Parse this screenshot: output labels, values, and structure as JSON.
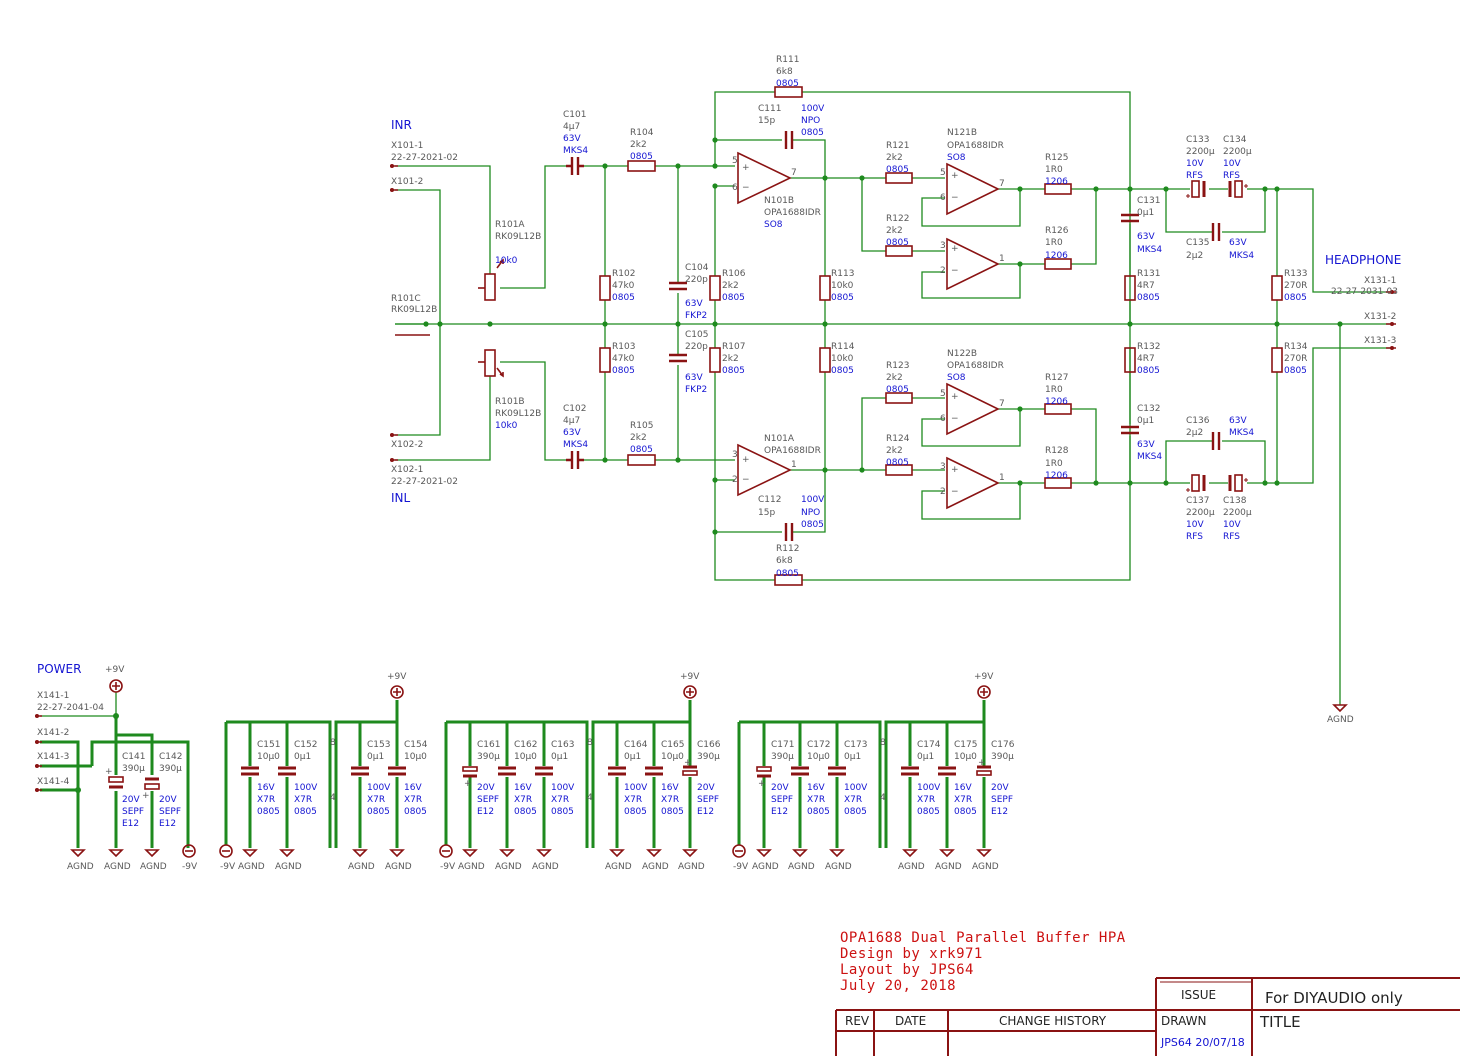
{
  "connectors": {
    "x101_1": {
      "ref": "X101-1",
      "part": "22-27-2021-02"
    },
    "x101_2": {
      "ref": "X101-2"
    },
    "x102_2": {
      "ref": "X102-2"
    },
    "x102_1": {
      "ref": "X102-1",
      "part": "22-27-2021-02"
    },
    "x131_1": {
      "ref": "X131-1",
      "part": "22-27-2031-03"
    },
    "x131_2": {
      "ref": "X131-2"
    },
    "x131_3": {
      "ref": "X131-3"
    },
    "x141_1": {
      "ref": "X141-1",
      "part": "22-27-2041-04"
    },
    "x141_2": {
      "ref": "X141-2"
    },
    "x141_3": {
      "ref": "X141-3"
    },
    "x141_4": {
      "ref": "X141-4"
    }
  },
  "nets": {
    "inr": "INR",
    "inl": "INL",
    "headphone": "HEADPHONE",
    "power": "POWER",
    "pos9": "+9V",
    "neg9": "-9V",
    "agnd": "AGND"
  },
  "pot": {
    "a": {
      "ref": "R101A",
      "part": "RK09L12B",
      "value": "10k0"
    },
    "b": {
      "ref": "R101B",
      "part": "RK09L12B",
      "value": "10k0"
    },
    "c": {
      "ref": "R101C",
      "part": "RK09L12B"
    }
  },
  "resistors": {
    "r111": {
      "ref": "R111",
      "value": "6k8",
      "pkg": "0805"
    },
    "r104": {
      "ref": "R104",
      "value": "2k2",
      "pkg": "0805"
    },
    "r102": {
      "ref": "R102",
      "value": "47k0",
      "pkg": "0805"
    },
    "r103": {
      "ref": "R103",
      "value": "47k0",
      "pkg": "0805"
    },
    "r105": {
      "ref": "R105",
      "value": "2k2",
      "pkg": "0805"
    },
    "r106": {
      "ref": "R106",
      "value": "2k2",
      "pkg": "0805"
    },
    "r107": {
      "ref": "R107",
      "value": "2k2",
      "pkg": "0805"
    },
    "r113": {
      "ref": "R113",
      "value": "10k0",
      "pkg": "0805"
    },
    "r114": {
      "ref": "R114",
      "value": "10k0",
      "pkg": "0805"
    },
    "r112": {
      "ref": "R112",
      "value": "6k8",
      "pkg": "0805"
    },
    "r121": {
      "ref": "R121",
      "value": "2k2",
      "pkg": "0805"
    },
    "r122": {
      "ref": "R122",
      "value": "2k2",
      "pkg": "0805"
    },
    "r123": {
      "ref": "R123",
      "value": "2k2",
      "pkg": "0805"
    },
    "r124": {
      "ref": "R124",
      "value": "2k2",
      "pkg": "0805"
    },
    "r125": {
      "ref": "R125",
      "value": "1R0",
      "pkg": "1206"
    },
    "r126": {
      "ref": "R126",
      "value": "1R0",
      "pkg": "1206"
    },
    "r127": {
      "ref": "R127",
      "value": "1R0",
      "pkg": "1206"
    },
    "r128": {
      "ref": "R128",
      "value": "1R0",
      "pkg": "1206"
    },
    "r131": {
      "ref": "R131",
      "value": "4R7",
      "pkg": "0805"
    },
    "r132": {
      "ref": "R132",
      "value": "4R7",
      "pkg": "0805"
    },
    "r133": {
      "ref": "R133",
      "value": "270R",
      "pkg": "0805"
    },
    "r134": {
      "ref": "R134",
      "value": "270R",
      "pkg": "0805"
    }
  },
  "caps": {
    "c101": {
      "ref": "C101",
      "value": "4µ7",
      "volt": "63V",
      "type": "MKS4"
    },
    "c102": {
      "ref": "C102",
      "value": "4µ7",
      "volt": "63V",
      "type": "MKS4"
    },
    "c104": {
      "ref": "C104",
      "value": "220p",
      "volt": "63V",
      "type": "FKP2"
    },
    "c105": {
      "ref": "C105",
      "value": "220p",
      "volt": "63V",
      "type": "FKP2"
    },
    "c111": {
      "ref": "C111",
      "value": "15p",
      "volt": "100V",
      "type": "NPO",
      "pkg": "0805"
    },
    "c112": {
      "ref": "C112",
      "value": "15p",
      "volt": "100V",
      "type": "NPO",
      "pkg": "0805"
    },
    "c131": {
      "ref": "C131",
      "value": "0µ1",
      "volt": "63V",
      "type": "MKS4"
    },
    "c132": {
      "ref": "C132",
      "value": "0µ1",
      "volt": "63V",
      "type": "MKS4"
    },
    "c133": {
      "ref": "C133",
      "value": "2200µ",
      "volt": "10V",
      "type": "RFS"
    },
    "c134": {
      "ref": "C134",
      "value": "2200µ",
      "volt": "10V",
      "type": "RFS"
    },
    "c135": {
      "ref": "C135",
      "value": "2µ2",
      "volt": "63V",
      "type": "MKS4"
    },
    "c136": {
      "ref": "C136",
      "value": "2µ2",
      "volt": "63V",
      "type": "MKS4"
    },
    "c137": {
      "ref": "C137",
      "value": "2200µ",
      "volt": "10V",
      "type": "RFS"
    },
    "c138": {
      "ref": "C138",
      "value": "2200µ",
      "volt": "10V",
      "type": "RFS"
    },
    "c141": {
      "ref": "C141",
      "value": "390µ",
      "volt": "20V",
      "type": "SEPF",
      "ser": "E12"
    },
    "c142": {
      "ref": "C142",
      "value": "390µ",
      "volt": "20V",
      "type": "SEPF",
      "ser": "E12"
    }
  },
  "opamps": {
    "n101b": {
      "ref": "N101B",
      "part": "OPA1688IDR",
      "pkg": "SO8"
    },
    "n101a": {
      "ref": "N101A",
      "part": "OPA1688IDR"
    },
    "n121b": {
      "ref": "N121B",
      "part": "OPA1688IDR",
      "pkg": "SO8"
    },
    "n122b": {
      "ref": "N122B",
      "part": "OPA1688IDR",
      "pkg": "SO8"
    }
  },
  "decoupling": [
    {
      "caps": [
        {
          "ref": "C151",
          "value": "10µ0",
          "v": "16V",
          "t": "X7R",
          "p": "0805"
        },
        {
          "ref": "C152",
          "value": "0µ1",
          "v": "100V",
          "t": "X7R",
          "p": "0805"
        },
        {
          "ref": "C153",
          "value": "0µ1",
          "v": "100V",
          "t": "X7R",
          "p": "0805"
        },
        {
          "ref": "C154",
          "value": "10µ0",
          "v": "16V",
          "t": "X7R",
          "p": "0805"
        }
      ]
    },
    {
      "caps": [
        {
          "ref": "C161",
          "value": "390µ",
          "v": "20V",
          "t": "SEPF",
          "p": "E12"
        },
        {
          "ref": "C162",
          "value": "10µ0",
          "v": "16V",
          "t": "X7R",
          "p": "0805"
        },
        {
          "ref": "C163",
          "value": "0µ1",
          "v": "100V",
          "t": "X7R",
          "p": "0805"
        },
        {
          "ref": "C164",
          "value": "0µ1",
          "v": "100V",
          "t": "X7R",
          "p": "0805"
        },
        {
          "ref": "C165",
          "value": "10µ0",
          "v": "16V",
          "t": "X7R",
          "p": "0805"
        },
        {
          "ref": "C166",
          "value": "390µ",
          "v": "20V",
          "t": "SEPF",
          "p": "E12"
        }
      ]
    },
    {
      "caps": [
        {
          "ref": "C171",
          "value": "390µ",
          "v": "20V",
          "t": "SEPF",
          "p": "E12"
        },
        {
          "ref": "C172",
          "value": "10µ0",
          "v": "16V",
          "t": "X7R",
          "p": "0805"
        },
        {
          "ref": "C173",
          "value": "0µ1",
          "v": "100V",
          "t": "X7R",
          "p": "0805"
        },
        {
          "ref": "C174",
          "value": "0µ1",
          "v": "100V",
          "t": "X7R",
          "p": "0805"
        },
        {
          "ref": "C175",
          "value": "10µ0",
          "v": "16V",
          "t": "X7R",
          "p": "0805"
        },
        {
          "ref": "C176",
          "value": "390µ",
          "v": "20V",
          "t": "SEPF",
          "p": "E12"
        }
      ]
    }
  ],
  "notes": {
    "line1": "OPA1688 Dual Parallel Buffer HPA",
    "line2": "Design by xrk971",
    "line3": "Layout by JPS64",
    "line4": "July 20, 2018"
  },
  "title_block": {
    "rev": "REV",
    "date": "DATE",
    "change_history": "CHANGE HISTORY",
    "issue": "ISSUE",
    "issue_value": "For DIYAUDIO only",
    "drawn": "DRAWN",
    "drawn_value": "JPS64 20/07/18",
    "title": "TITLE"
  }
}
